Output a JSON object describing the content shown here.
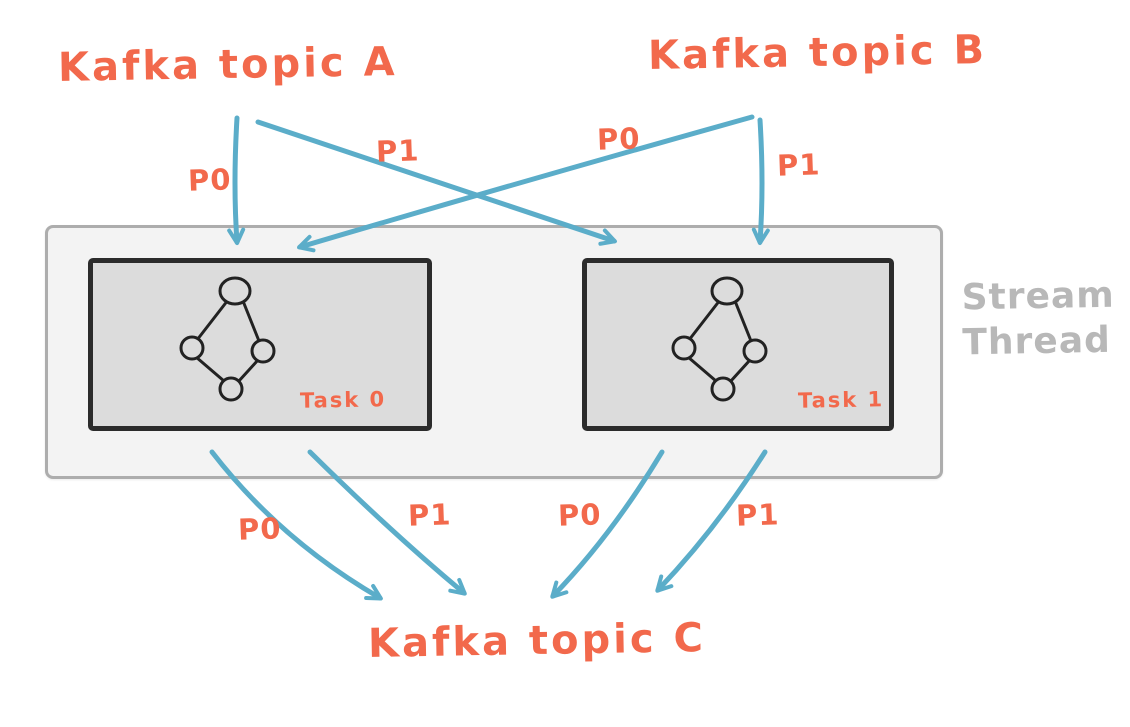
{
  "diagram": {
    "topic_a": "Kafka topic A",
    "topic_b": "Kafka topic B",
    "topic_c": "Kafka topic C",
    "stream_thread": {
      "line1": "Stream",
      "line2": "Thread"
    },
    "tasks": [
      {
        "label": "Task 0"
      },
      {
        "label": "Task 1"
      }
    ],
    "partition_labels": {
      "top": [
        "P0",
        "P1",
        "P0",
        "P1"
      ],
      "bottom": [
        "P0",
        "P1",
        "P0",
        "P1"
      ]
    },
    "colors": {
      "topic_text": "#f2694c",
      "arrow": "#5badc9",
      "stream_thread_text": "#b8b8b8",
      "task_label": "#f2694c",
      "container_fill": "#f3f3f3",
      "container_border": "#adadad",
      "task_fill": "#dcdcdc",
      "task_border": "#2b2b2b",
      "topology_stroke": "#222222"
    }
  }
}
